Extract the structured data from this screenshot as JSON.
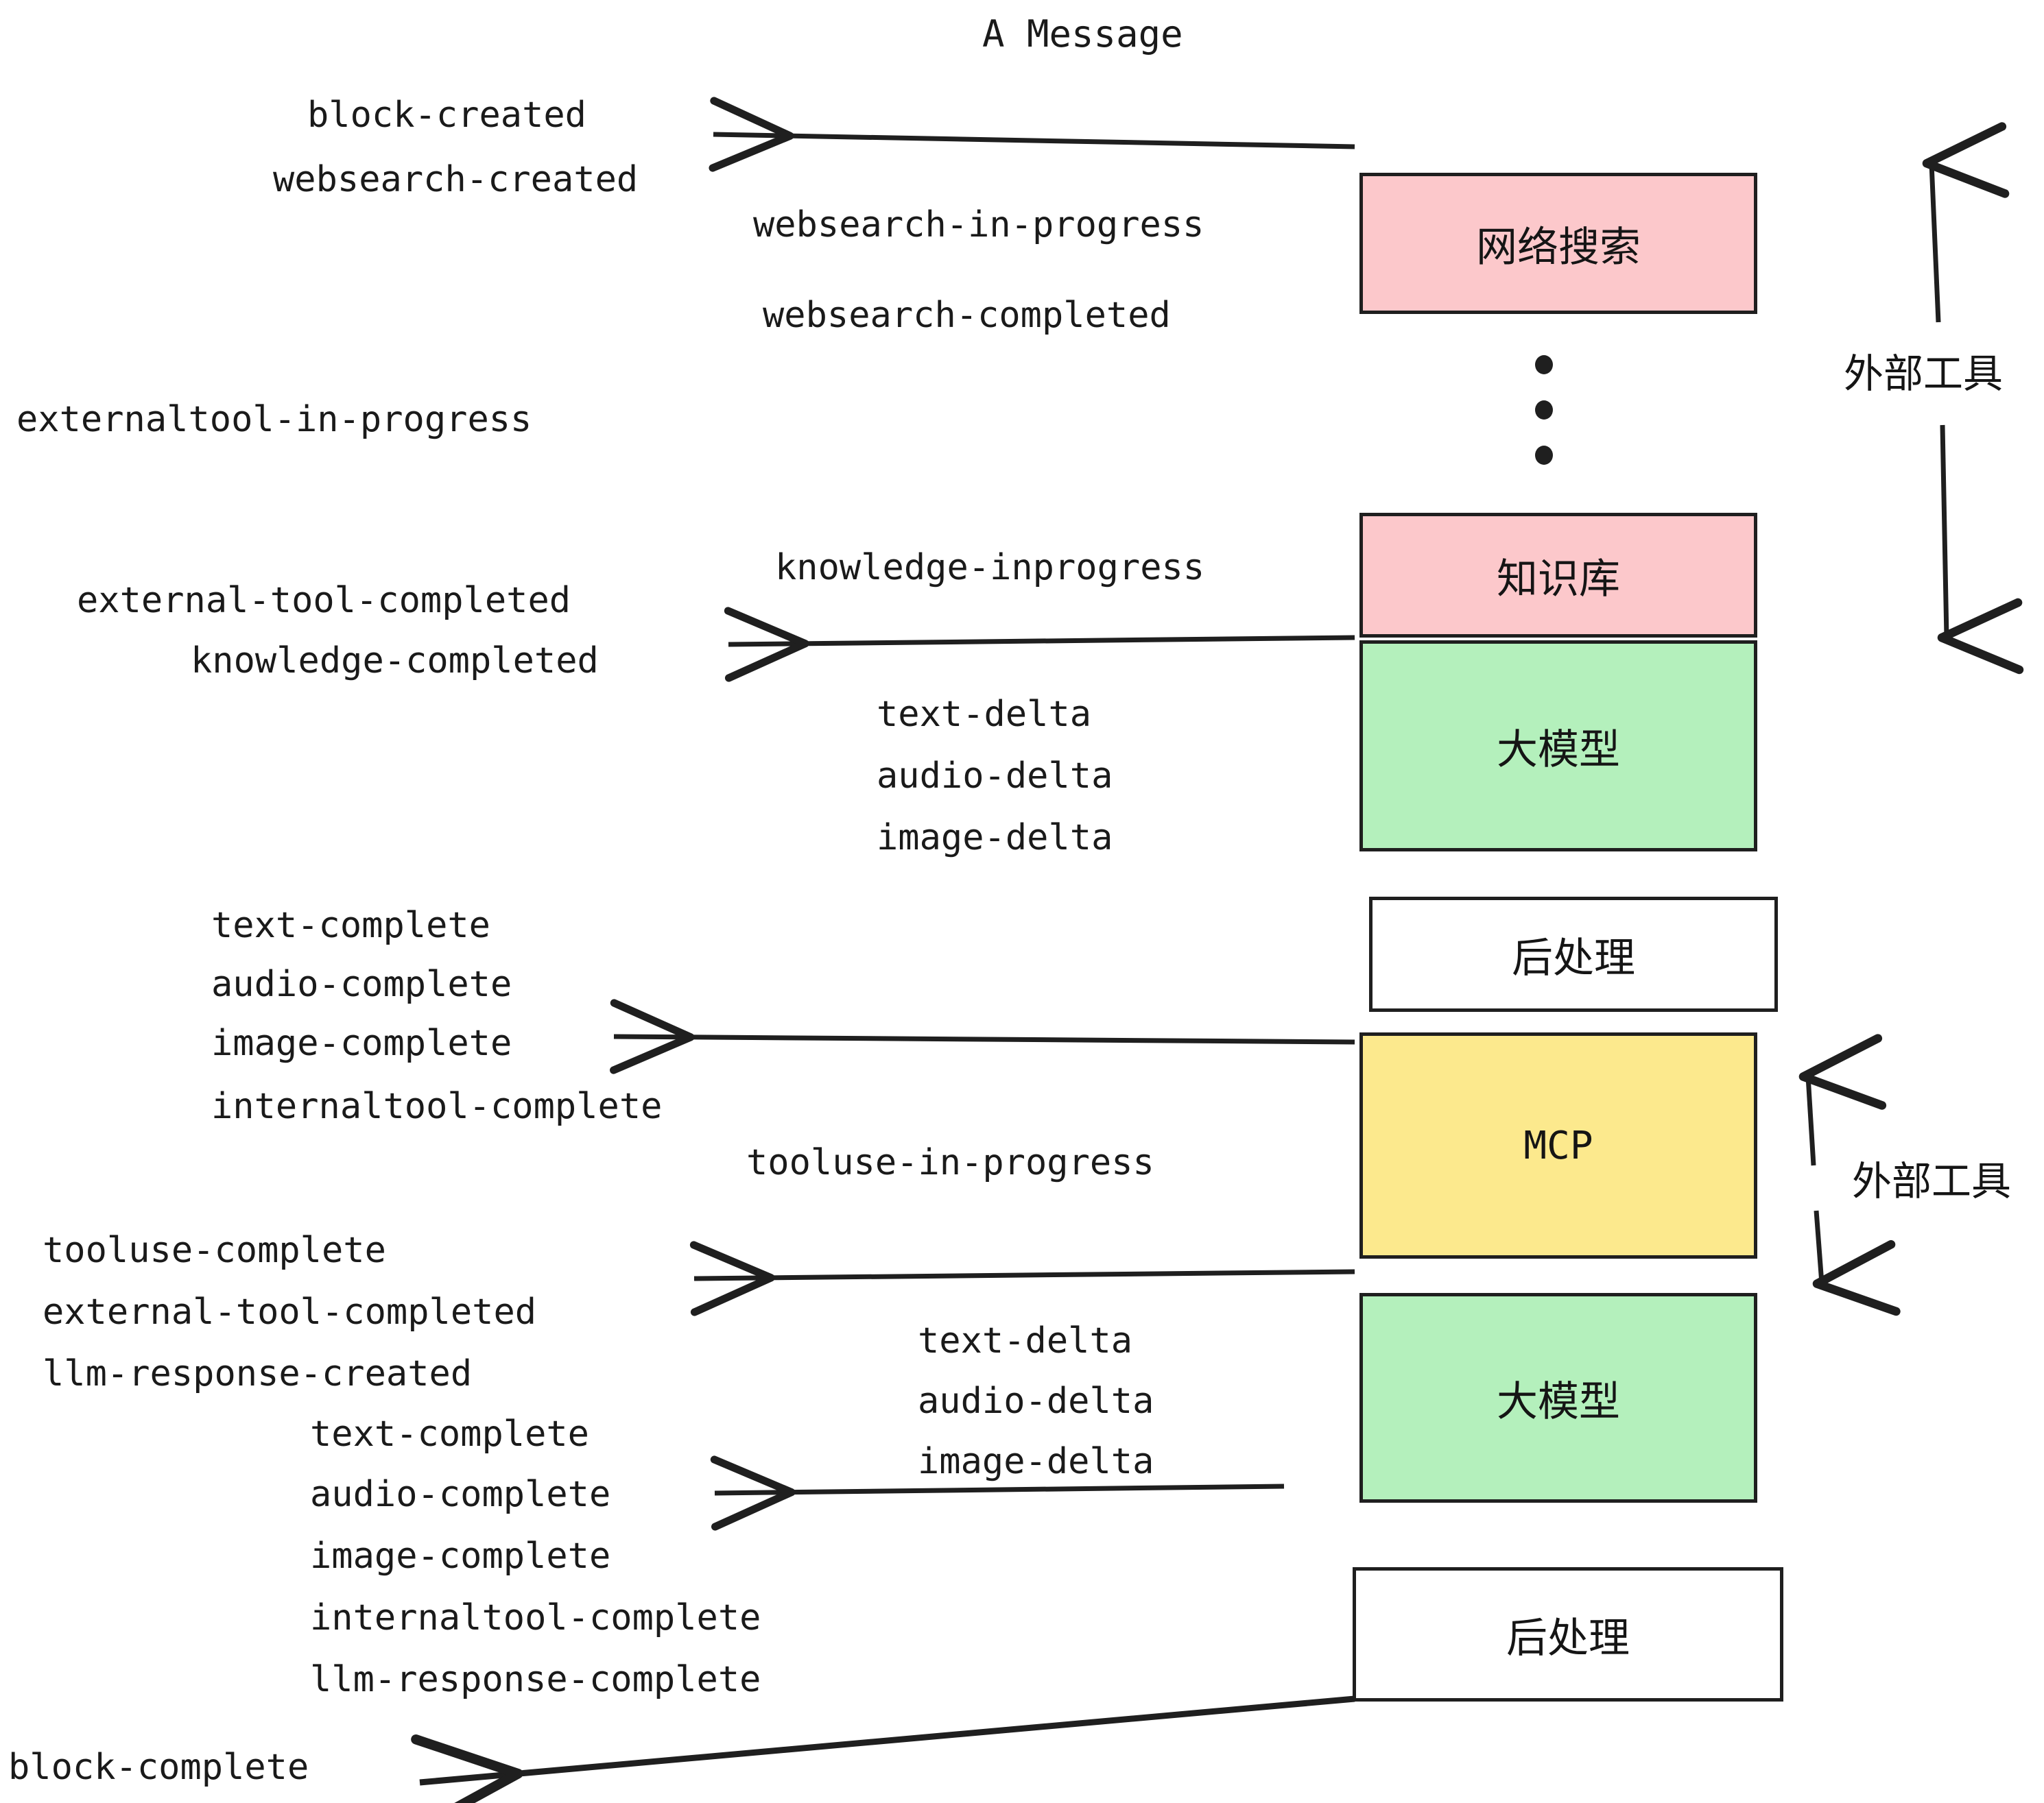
{
  "title": "A Message",
  "colors": {
    "pink": "#FCC8CB",
    "green": "#B4F0BC",
    "yellow": "#FCE98D",
    "white": "#FFFFFF",
    "stroke": "#1F1F1F",
    "text": "#1A1A1A"
  },
  "nodes": {
    "websearch": "网络搜索",
    "knowledge": "知识库",
    "llm_first": "大模型",
    "postprocess_first": "后处理",
    "mcp": "MCP",
    "llm_second": "大模型",
    "postprocess_second": "后处理"
  },
  "group_labels": {
    "external_tools_top": "外部工具",
    "external_tools_bottom": "外部工具"
  },
  "events": {
    "block_created": "block-created",
    "websearch_created": "websearch-created",
    "websearch_in_progress": "websearch-in-progress",
    "websearch_completed": "websearch-completed",
    "externaltool_in_progress": "externaltool-in-progress",
    "knowledge_inprogress": "knowledge-inprogress",
    "external_tool_completed_1": "external-tool-completed",
    "knowledge_completed": "knowledge-completed",
    "text_delta_1": "text-delta",
    "audio_delta_1": "audio-delta",
    "image_delta_1": "image-delta",
    "text_complete_1": "text-complete",
    "audio_complete_1": "audio-complete",
    "image_complete_1": "image-complete",
    "internaltool_complete_1": "internaltool-complete",
    "tooluse_in_progress": "tooluse-in-progress",
    "tooluse_complete": "tooluse-complete",
    "external_tool_completed_2": "external-tool-completed",
    "llm_response_created": "llm-response-created",
    "text_delta_2": "text-delta",
    "audio_delta_2": "audio-delta",
    "image_delta_2": "image-delta",
    "text_complete_2": "text-complete",
    "audio_complete_2": "audio-complete",
    "image_complete_2": "image-complete",
    "internaltool_complete_2": "internaltool-complete",
    "llm_response_complete": "llm-response-complete",
    "block_complete": "block-complete"
  },
  "ellipsis": "vertical-ellipsis"
}
